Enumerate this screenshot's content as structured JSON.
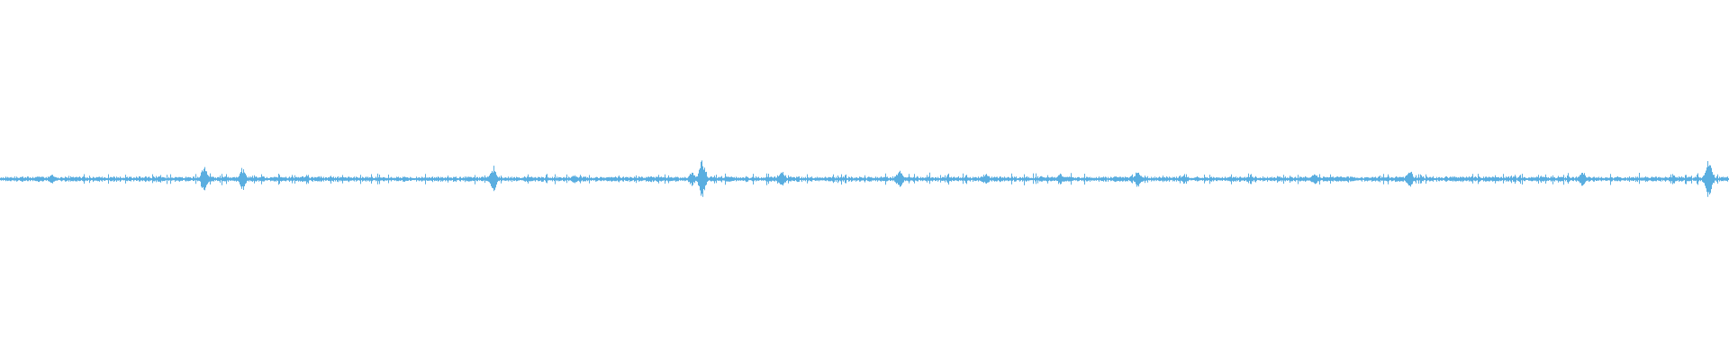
{
  "waveform": {
    "color": "#5aaee0",
    "bursts": [
      {
        "position": 0.03,
        "amplitude": 0.2
      },
      {
        "position": 0.118,
        "amplitude": 0.55
      },
      {
        "position": 0.14,
        "amplitude": 0.45
      },
      {
        "position": 0.285,
        "amplitude": 0.5
      },
      {
        "position": 0.332,
        "amplitude": 0.18
      },
      {
        "position": 0.4,
        "amplitude": 0.25
      },
      {
        "position": 0.406,
        "amplitude": 0.8
      },
      {
        "position": 0.452,
        "amplitude": 0.3
      },
      {
        "position": 0.52,
        "amplitude": 0.4
      },
      {
        "position": 0.57,
        "amplitude": 0.22
      },
      {
        "position": 0.613,
        "amplitude": 0.22
      },
      {
        "position": 0.658,
        "amplitude": 0.35
      },
      {
        "position": 0.76,
        "amplitude": 0.22
      },
      {
        "position": 0.815,
        "amplitude": 0.35
      },
      {
        "position": 0.915,
        "amplitude": 0.3
      },
      {
        "position": 0.988,
        "amplitude": 0.95
      }
    ]
  }
}
